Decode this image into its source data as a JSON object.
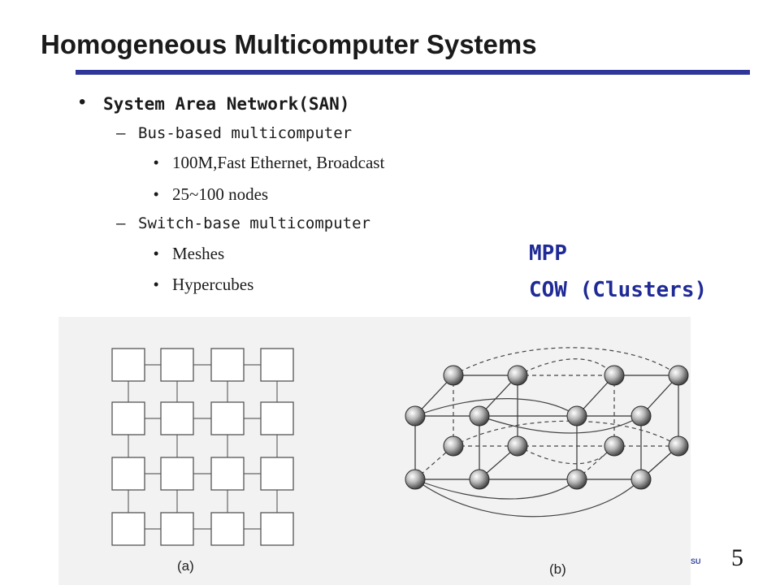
{
  "slide": {
    "title": "Homogeneous Multicomputer Systems",
    "accent_color": "#2f3699",
    "page_number": "5",
    "corner_mark": "SU"
  },
  "outline": {
    "level1": "System Area Network(SAN)",
    "bus": {
      "label": "Bus-based multicomputer",
      "items": [
        "100M,Fast Ethernet, Broadcast",
        "25~100 nodes"
      ]
    },
    "switch": {
      "label": "Switch-base multicomputer",
      "items": [
        "Meshes",
        "Hypercubes"
      ]
    },
    "bullet_glyph": "•",
    "dash_glyph": "–"
  },
  "callouts": {
    "line1": "MPP",
    "line2": "COW (Clusters)",
    "color": "#1f2a96"
  },
  "figure": {
    "label_a": "(a)",
    "label_b": "(b)",
    "mesh_grid": "4x4",
    "hypercube_dimension": 4
  }
}
